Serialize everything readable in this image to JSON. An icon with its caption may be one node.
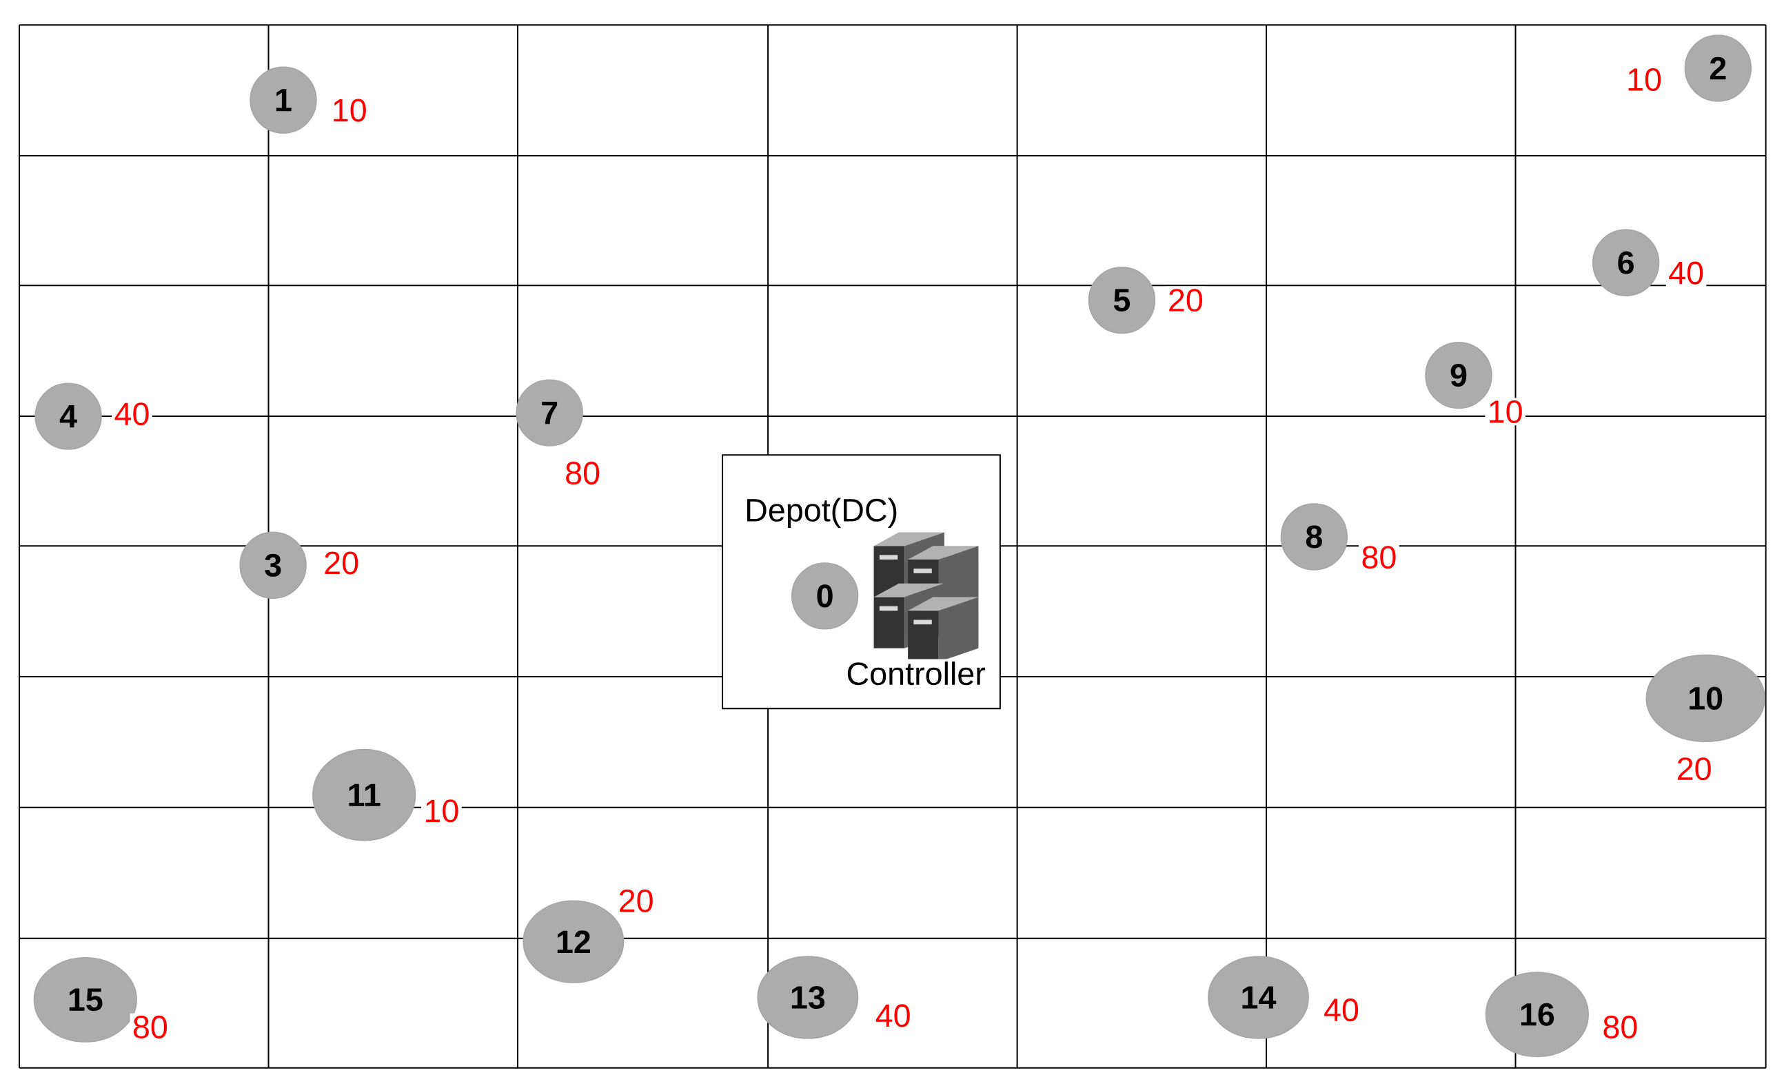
{
  "diagram": {
    "nodes": [
      {
        "text": [
          "Depot(DC)",
          "Controller"
        ]
      },
      {
        "text": [
          "0"
        ],
        "in": 0
      },
      {
        "text": [
          "1"
        ],
        "beside": [
          "10"
        ]
      },
      {
        "text": [
          "2"
        ],
        "beside": [
          "10"
        ]
      },
      {
        "text": [
          "6"
        ],
        "beside": [
          "40"
        ]
      },
      {
        "text": [
          "5"
        ],
        "beside": [
          "20"
        ]
      },
      {
        "text": [
          "9"
        ],
        "beside": [
          "10"
        ]
      },
      {
        "text": [
          "4"
        ],
        "beside": [
          "40"
        ]
      },
      {
        "text": [
          "7"
        ],
        "beside": [
          "80"
        ]
      },
      {
        "text": [
          "8"
        ],
        "beside": [
          "80"
        ]
      },
      {
        "text": [
          "3"
        ],
        "beside": [
          "20"
        ]
      },
      {
        "text": [
          "10"
        ],
        "beside": [
          "20"
        ]
      },
      {
        "text": [
          "11"
        ],
        "beside": [
          "10"
        ]
      },
      {
        "text": [
          "12"
        ],
        "beside": [
          "20"
        ]
      },
      {
        "text": [
          "15"
        ],
        "beside": [
          "80"
        ]
      },
      {
        "text": [
          "13"
        ],
        "beside": [
          "40"
        ]
      },
      {
        "text": [
          "14"
        ],
        "beside": [
          "40"
        ]
      },
      {
        "text": [
          "16"
        ],
        "beside": [
          "80"
        ]
      }
    ]
  }
}
